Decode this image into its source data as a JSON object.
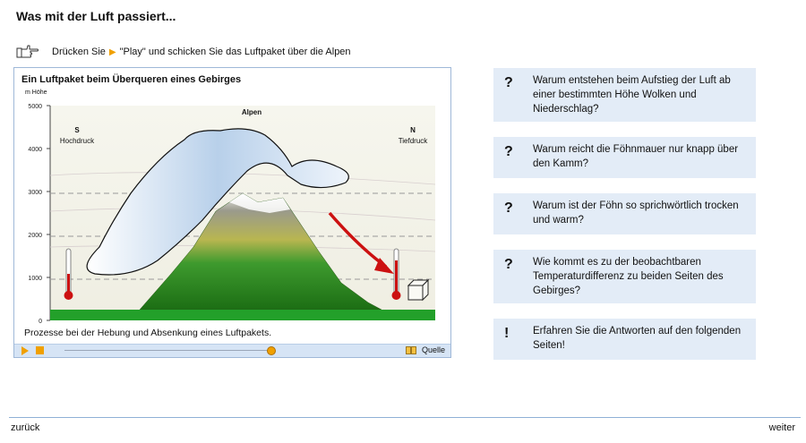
{
  "page": {
    "title": "Was mit der Luft passiert..."
  },
  "instruction": {
    "before": "Drücken Sie",
    "play_glyph": "▶",
    "after": "\"Play\" und schicken Sie das Luftpaket über die Alpen",
    "icon": "pointing-hand-icon"
  },
  "panel": {
    "title": "Ein Luftpaket beim Überqueren eines Gebirges",
    "y_axis_label": "m Höhe",
    "y_ticks": [
      "5000",
      "4000",
      "3000",
      "2000",
      "1000",
      "0"
    ],
    "mountain_label": "Alpen",
    "south": {
      "letter": "S",
      "label": "Hochdruck"
    },
    "north": {
      "letter": "N",
      "label": "Tiefdruck"
    },
    "caption": "Prozesse bei der Hebung und Absenkung eines Luftpakets.",
    "source_label": "Quelle",
    "slider_position": 1.0
  },
  "questions": [
    {
      "mark": "?",
      "text": "Warum entstehen beim Aufstieg der Luft ab einer bestimmten Höhe Wolken und Niederschlag?"
    },
    {
      "mark": "?",
      "text": "Warum reicht die Föhnmauer nur knapp über den Kamm?"
    },
    {
      "mark": "?",
      "text": "Warum ist der Föhn so sprichwörtlich trocken und warm?"
    },
    {
      "mark": "?",
      "text": "Wie kommt es zu der beobachtbaren Temperaturdifferenz zu beiden Seiten des Gebirges?"
    },
    {
      "mark": "!",
      "text": "Erfahren Sie die Antworten auf den folgenden Seiten!"
    }
  ],
  "footer": {
    "back_label": "zurück",
    "next_label": "weiter"
  },
  "colors": {
    "accent": "#f0a000",
    "box_bg": "#e3ecf7",
    "border": "#9fb8d8",
    "thermometer": "#cc1111"
  }
}
